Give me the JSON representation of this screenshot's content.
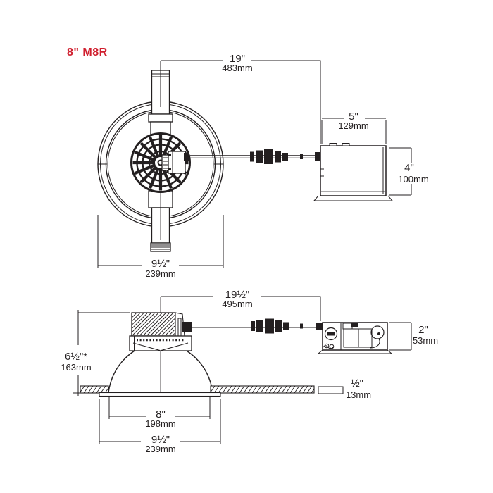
{
  "title": "8\" M8R",
  "colors": {
    "accent_red": "#D0202F",
    "line_black": "#231F20",
    "background": "#FFFFFF"
  },
  "top_view": {
    "overall_width": {
      "inches": "19\"",
      "metric": "483mm"
    },
    "junction_box_width": {
      "inches": "5\"",
      "metric": "129mm"
    },
    "junction_box_depth": {
      "inches": "4\"",
      "metric": "100mm"
    },
    "housing_diameter": {
      "inches": "9½\"",
      "metric": "239mm"
    }
  },
  "side_view": {
    "overall_length": {
      "inches": "19½\"",
      "metric": "495mm"
    },
    "junction_box_height": {
      "inches": "2\"",
      "metric": "53mm"
    },
    "recessed_depth": {
      "inches": "6½\"*",
      "metric": "163mm"
    },
    "ceiling_thickness": {
      "inches": "½\"",
      "metric": "13mm"
    },
    "aperture_diameter": {
      "inches": "8\"",
      "metric": "198mm"
    },
    "trim_diameter": {
      "inches": "9½\"",
      "metric": "239mm"
    }
  }
}
